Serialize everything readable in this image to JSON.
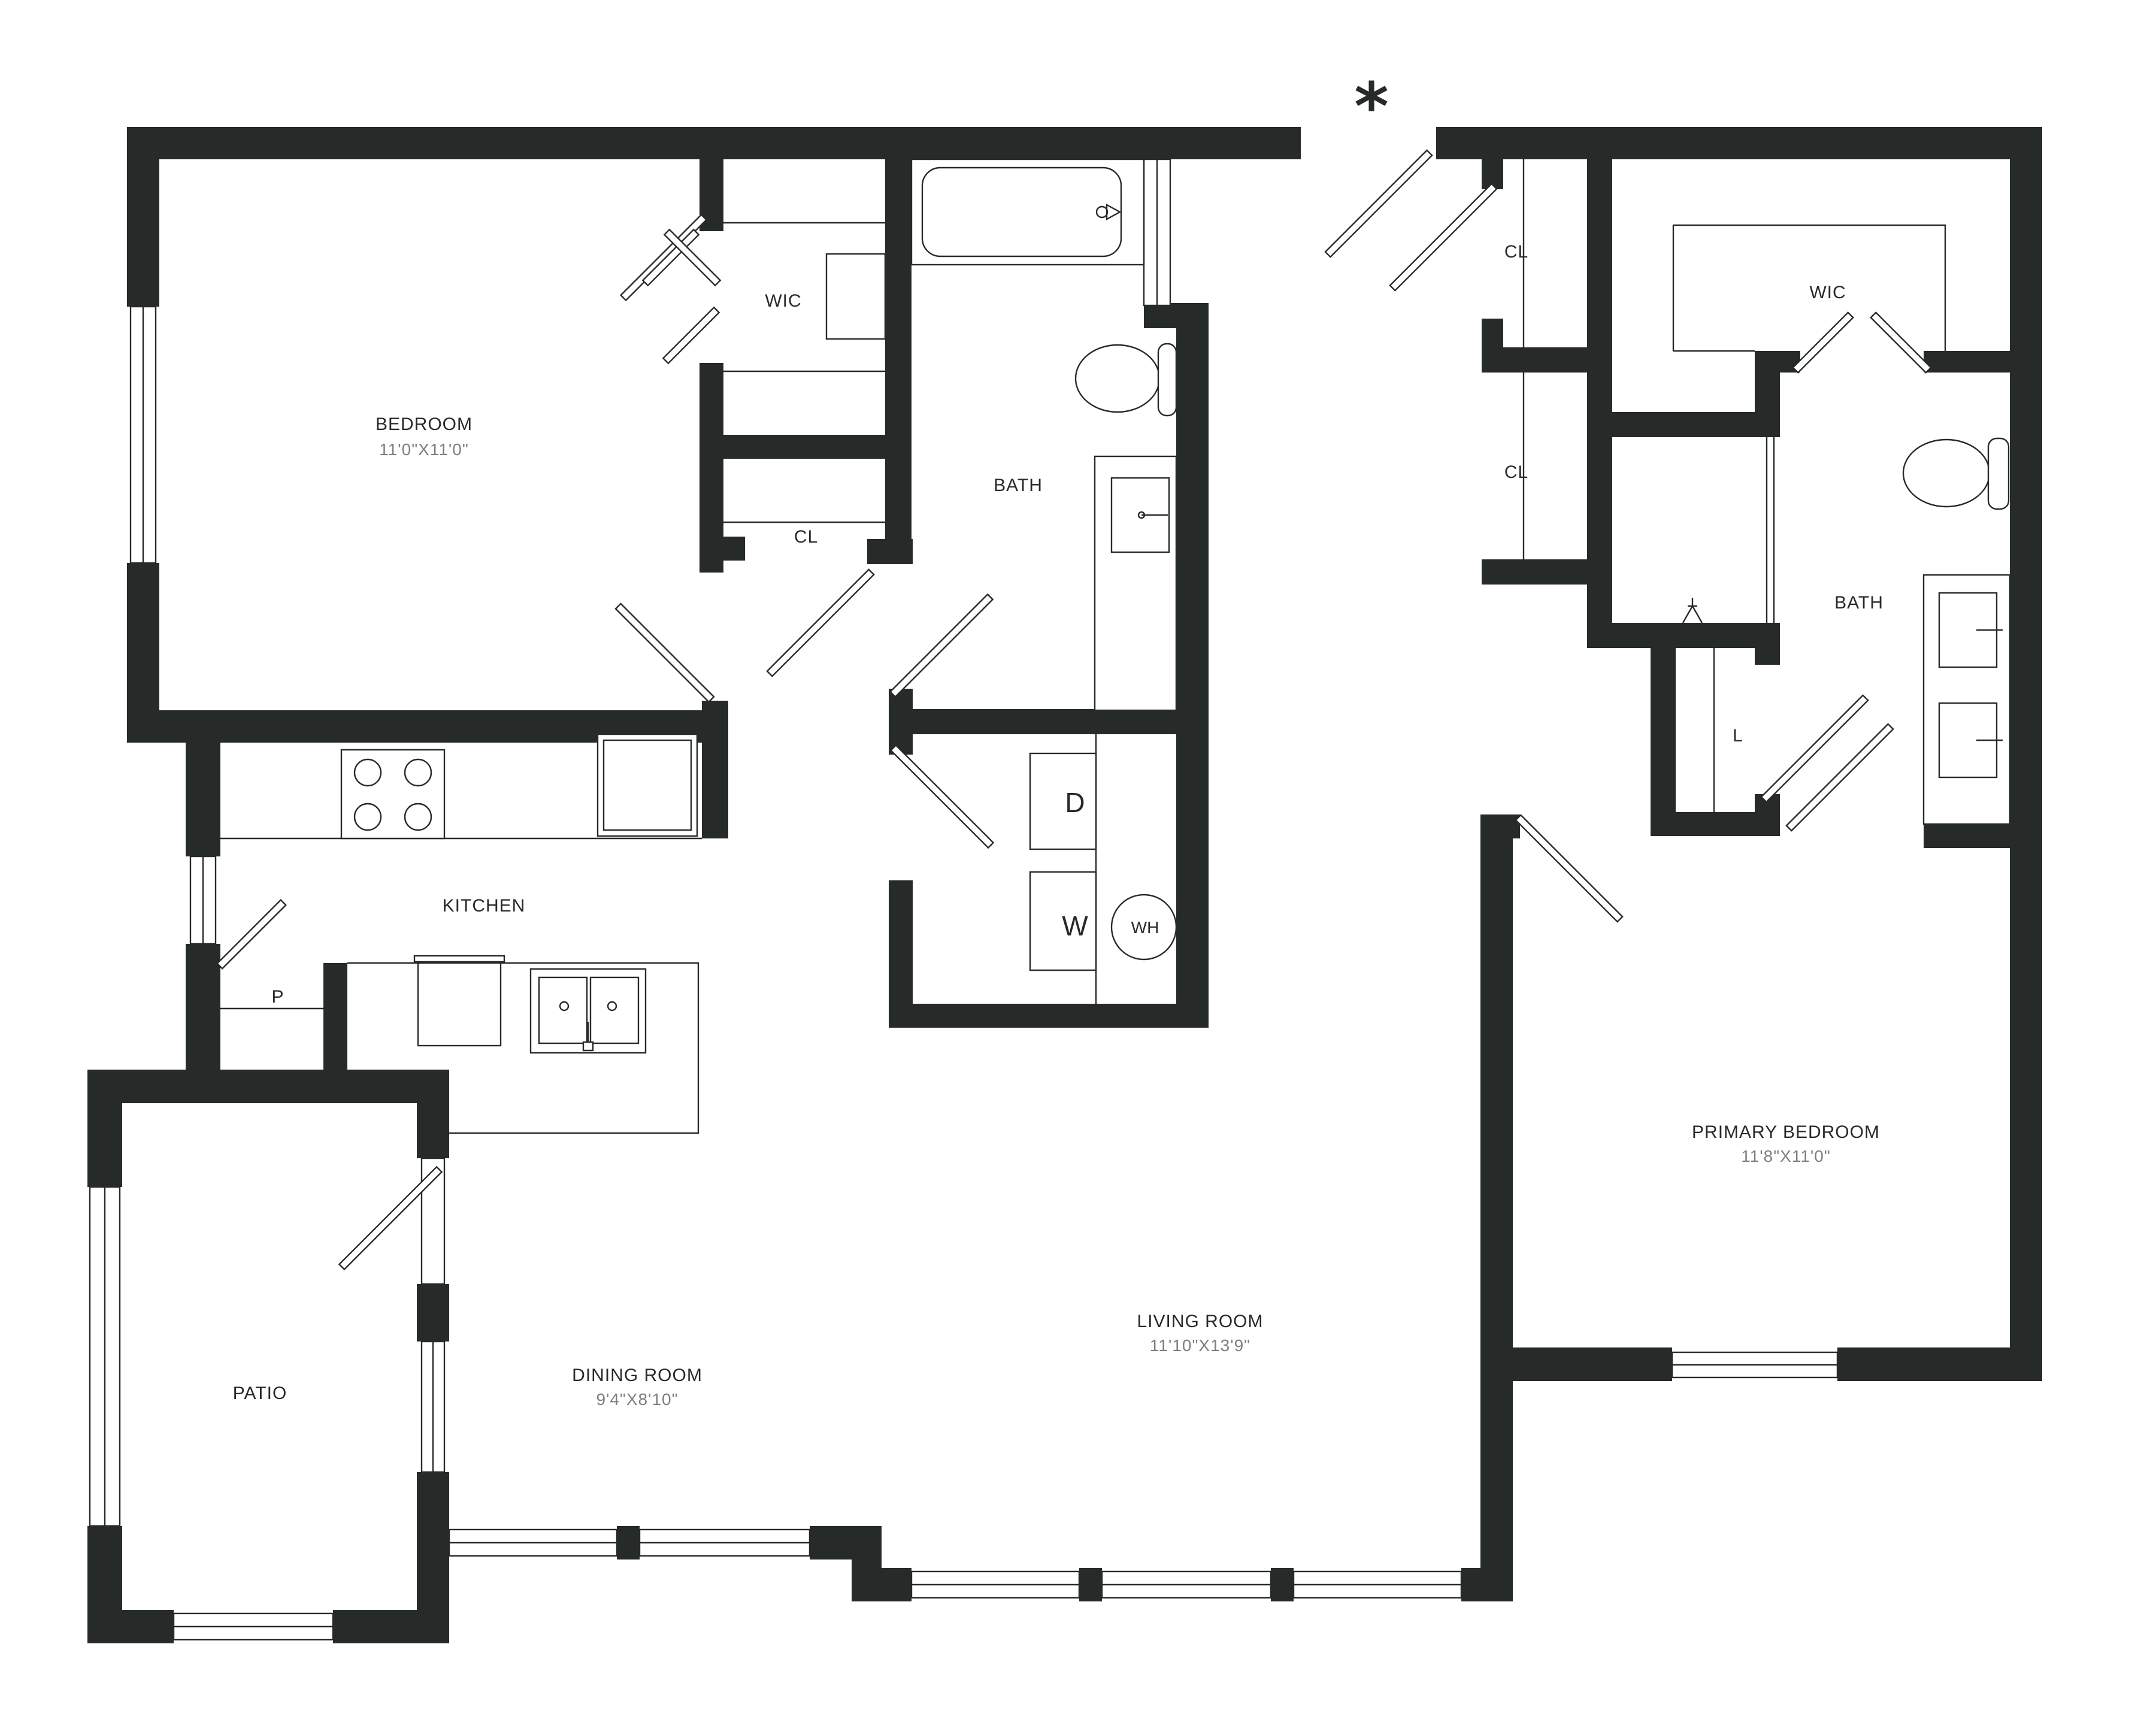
{
  "rooms": {
    "bedroom": {
      "name": "BEDROOM",
      "size": "11'0\"X11'0\""
    },
    "wic_left": {
      "name": "WIC"
    },
    "cl_left": {
      "name": "CL"
    },
    "bath_left": {
      "name": "BATH"
    },
    "kitchen": {
      "name": "KITCHEN"
    },
    "pantry": {
      "name": "P"
    },
    "patio": {
      "name": "PATIO"
    },
    "dining": {
      "name": "DINING ROOM",
      "size": "9'4\"X8'10\""
    },
    "living": {
      "name": "LIVING ROOM",
      "size": "11'10\"X13'9\""
    },
    "cl_right_top": {
      "name": "CL"
    },
    "cl_right_mid": {
      "name": "CL"
    },
    "wic_right": {
      "name": "WIC"
    },
    "bath_right": {
      "name": "BATH"
    },
    "linen": {
      "name": "L"
    },
    "primary": {
      "name": "PRIMARY BEDROOM",
      "size": "11'8\"X11'0\""
    }
  },
  "appliances": {
    "dryer": "D",
    "washer": "W",
    "water_heater": "WH"
  },
  "marker": "*"
}
